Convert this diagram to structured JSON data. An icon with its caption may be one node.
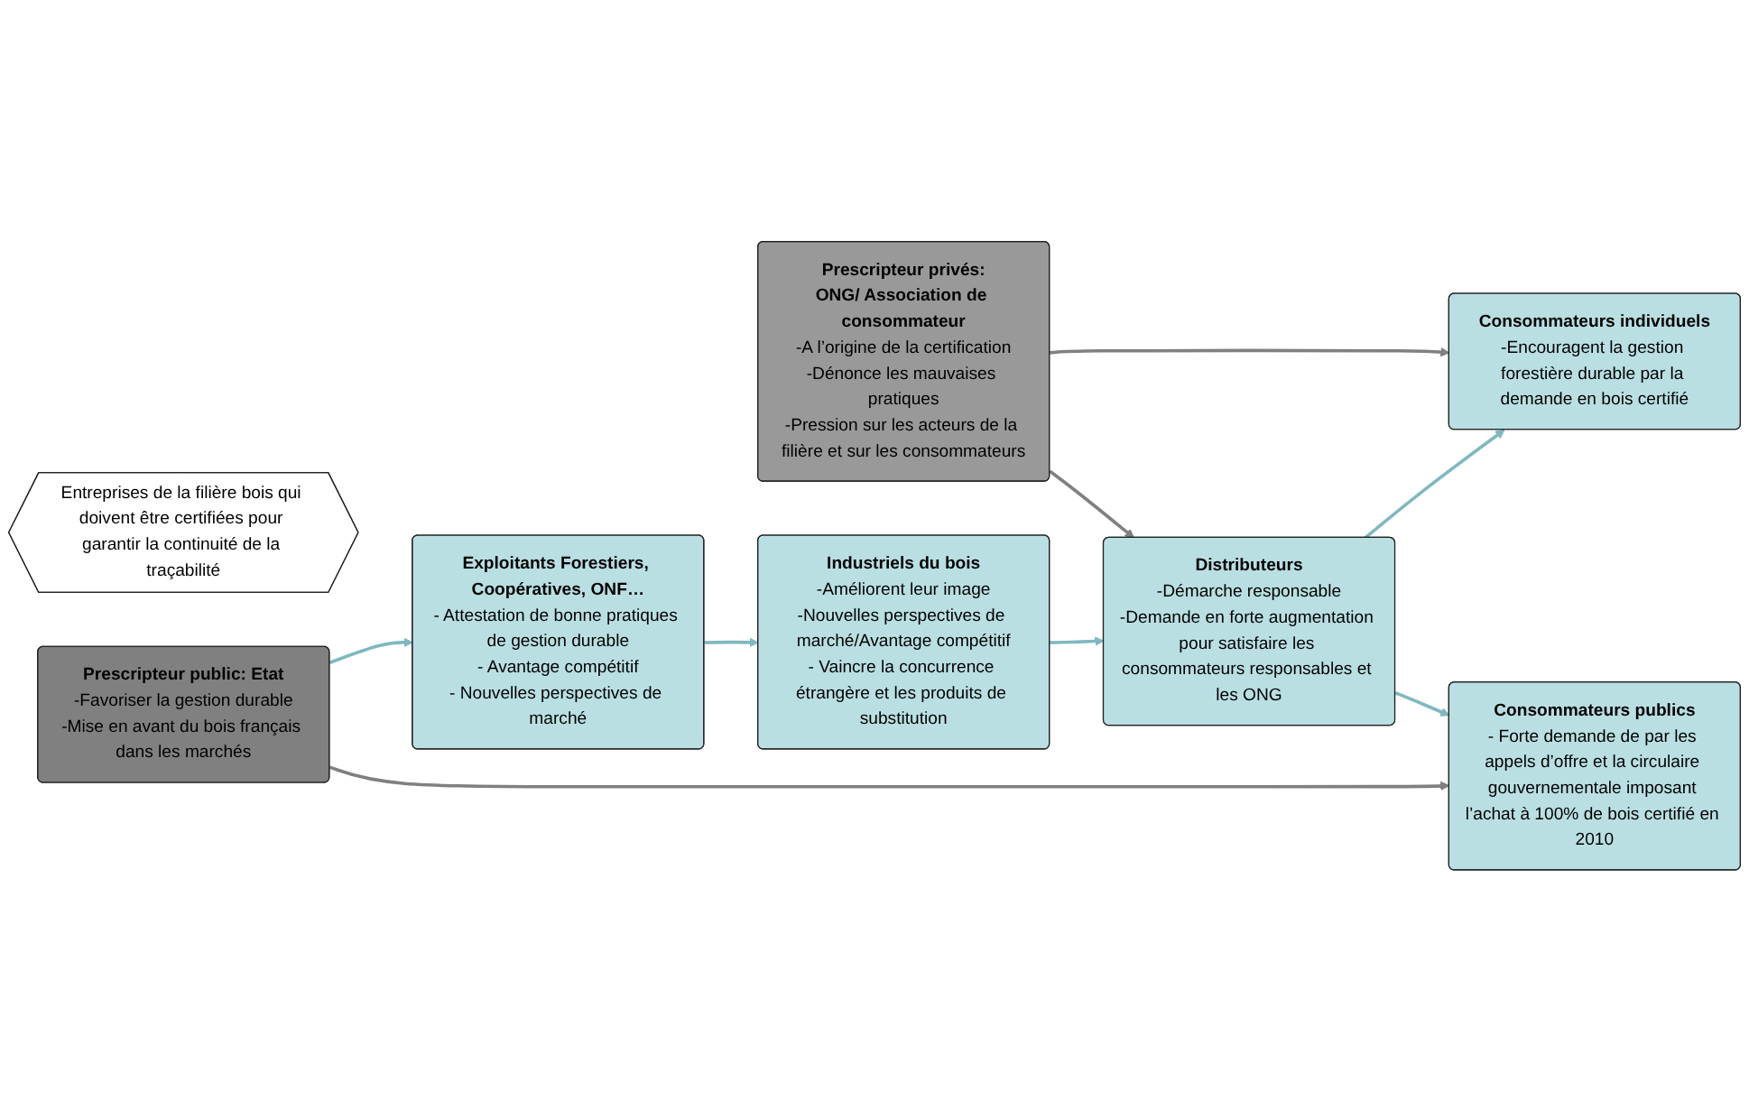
{
  "diagram": {
    "nodes": [
      {
        "text": [
          "Prescripteur privés:",
          "ONG/ Association de consommateur",
          "-A l’origine de la certification",
          "-Dénonce les mauvaises pratiques",
          "-Pression sur les acteurs de la filière et sur les consommateurs"
        ]
      },
      {
        "text": [
          "Consommateurs individuels",
          "-Encouragent la gestion forestière durable par la demande en bois certifié"
        ]
      },
      {
        "text": [
          "Entreprises de la filière bois qui doivent être certifiées pour garantir la continuité de la traçabilité"
        ]
      },
      {
        "text": [
          "Exploitants Forestiers, Coopératives, ONF…",
          "- Attestation de bonne pratiques de gestion durable",
          "- Avantage compétitif",
          "- Nouvelles perspectives de marché"
        ]
      },
      {
        "text": [
          "Industriels du bois",
          "-Améliorent leur image",
          "-Nouvelles perspectives de marché/Avantage compétitif",
          "- Vaincre la concurrence étrangère et les produits de substitution"
        ]
      },
      {
        "text": [
          "Distributeurs",
          "-Démarche responsable",
          "-Demande en forte augmentation pour satisfaire les consommateurs responsables et les ONG"
        ]
      },
      {
        "text": [
          "Prescripteur public: Etat",
          "-Favoriser la gestion durable",
          "-Mise en avant du bois français dans les marchés"
        ]
      },
      {
        "text": [
          "Consommateurs publics",
          "- Forte demande de par les appels d’offre et la circulaire gouvernementale imposant l’achat à 100% de bois certifié en 2010"
        ]
      }
    ],
    "edges": [
      {
        "from": 3,
        "to": 4,
        "arrow": "to"
      },
      {
        "from": 4,
        "to": 5,
        "arrow": "to"
      },
      {
        "from": 0,
        "to": 1,
        "arrow": "to",
        "color": "#808080"
      },
      {
        "from": 0,
        "to": 5,
        "arrow": "to",
        "color": "#808080"
      },
      {
        "from": 5,
        "to": 1,
        "arrow": "to"
      },
      {
        "from": 5,
        "to": 7,
        "arrow": "to"
      },
      {
        "from": 6,
        "to": 3,
        "arrow": "to"
      },
      {
        "from": 6,
        "to": 7,
        "arrow": "to",
        "color": "#808080"
      }
    ]
  }
}
